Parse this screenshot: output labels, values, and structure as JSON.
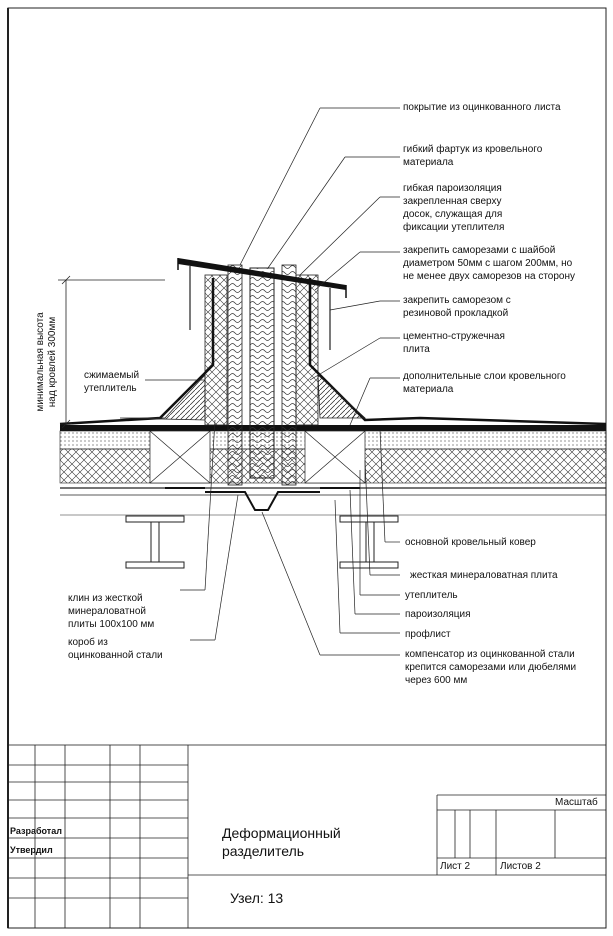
{
  "callouts_right": [
    "покрытие из оцинкованного листа",
    "гибкий фартук из кровельного\nматериала",
    "гибкая пароизоляция\nзакрепленная сверху\nдосок, служащая для\nфиксации утеплителя",
    "закрепить саморезами с шайбой\nдиаметром 50мм с шагом 200мм, но\nне менее двух саморезов на сторону",
    "закрепить саморезом с\nрезиновой прокладкой",
    "цементно-стружечная\nплита",
    "дополнительные слои кровельного\nматериала",
    "основной кровельный ковер",
    "жесткая минераловатная плита",
    "утеплитель",
    "пароизоляция",
    "профлист",
    "компенсатор из оцинкованной стали\nкрепится саморезами или дюбелями\nчерез 600 мм"
  ],
  "callouts_left": [
    "сжимаемый\nутеплитель",
    "клин из жесткой\nминераловатной\nплиты 100х100 мм",
    "короб из\nоцинкованной стали"
  ],
  "vertical_note": "минимальная высота\nнад кровлей 300мм",
  "title_block": {
    "developed": "Разработал",
    "approved": "Утвердил",
    "title": "Деформационный\nразделитель",
    "node": "Узел: 13",
    "scale": "Масштаб",
    "sheet": "Лист 2",
    "sheets": "Листов 2"
  }
}
